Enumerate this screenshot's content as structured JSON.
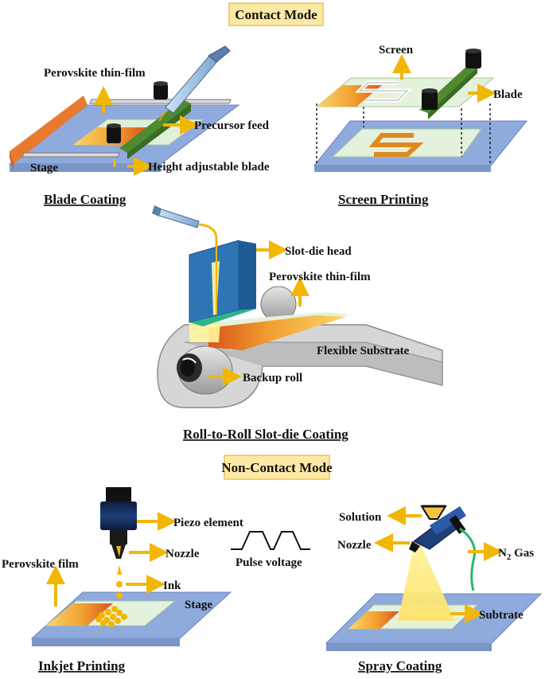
{
  "modes": {
    "contact": "Contact Mode",
    "non_contact": "Non-Contact Mode"
  },
  "blade_coating": {
    "caption": "Blade Coating",
    "perovskite": "Perovskite thin-film",
    "precursor": "Precursor feed",
    "stage": "Stage",
    "blade": "Height adjustable blade"
  },
  "screen_printing": {
    "caption": "Screen Printing",
    "screen": "Screen",
    "blade": "Blade"
  },
  "slot_die": {
    "caption": "Roll-to-Roll Slot-die Coating",
    "head": "Slot-die head",
    "perovskite": "Perovskite thin-film",
    "substrate": "Flexible Substrate",
    "roll": "Backup roll"
  },
  "inkjet": {
    "caption": "Inkjet Printing",
    "piezo": "Piezo element",
    "nozzle": "Nozzle",
    "pulse": "Pulse voltage",
    "film": "Perovskite film",
    "ink": "Ink",
    "stage": "Stage"
  },
  "spray": {
    "caption": "Spray Coating",
    "solution": "Solution",
    "nozzle": "Nozzle",
    "gas_main": "N",
    "gas_sub": "2",
    "gas_tail": " Gas",
    "substrate": "Subtrate"
  },
  "colors": {
    "banner": "#fde9a6",
    "banner_border": "#e8c25c",
    "arrow": "#f2b705",
    "stage": "#8faadc",
    "film_start": "#f8d86a",
    "film_end": "#e2581a",
    "substrate": "#dff0d8",
    "slot_head": "#2e75b6",
    "slot_side": "#2fb38a",
    "roll": "#bfbfbf",
    "blade_green": "#4e8a2e"
  }
}
